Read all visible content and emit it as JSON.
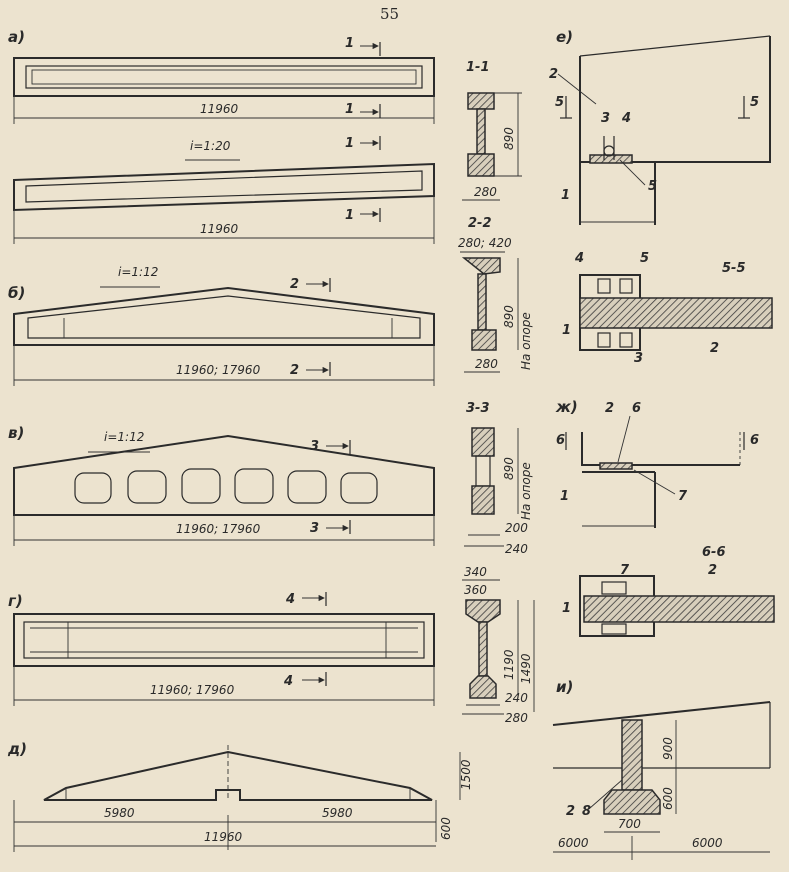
{
  "page_number": "55",
  "panels": {
    "a": {
      "label": "а)",
      "section_mark_top": "1",
      "length_top": "11960",
      "section_mark_mid": "1",
      "slope": "i=1:20",
      "section_mark_mid2": "1",
      "length_bottom": "11960",
      "section_mark_bottom": "1"
    },
    "b": {
      "label": "б)",
      "slope": "i=1:12",
      "section_mark_top": "2",
      "length": "11960; 17960",
      "section_mark_bottom": "2"
    },
    "v": {
      "label": "в)",
      "slope": "i=1:12",
      "section_mark_top": "3",
      "length": "11960; 17960",
      "section_mark_bottom": "3"
    },
    "g": {
      "label": "г)",
      "section_mark_top": "4",
      "length": "11960; 17960",
      "section_mark_bottom": "4"
    },
    "d": {
      "label": "д)",
      "left_length": "5980",
      "right_length": "5980",
      "total_length": "11960",
      "height": "1500",
      "bottom_height": "600"
    },
    "sections": {
      "s11": {
        "title": "1-1",
        "height": "890",
        "width": "280"
      },
      "s22": {
        "title": "2-2",
        "top_width": "280; 420",
        "height": "890",
        "note": "На опоре",
        "width": "280"
      },
      "s33": {
        "title": "3-3",
        "height": "890",
        "note": "На опоре",
        "width1": "200",
        "width2": "240"
      },
      "s44": {
        "top1": "340",
        "top2": "360",
        "height1": "1190",
        "height2": "1490",
        "bottom1": "240",
        "bottom2": "280"
      }
    },
    "e": {
      "label": "е)",
      "n1": "1",
      "n2": "2",
      "n3": "3",
      "n4": "4",
      "n5": "5",
      "section_left": "5",
      "section_right": "5",
      "section_title": "5-5",
      "s_n4": "4",
      "s_n5": "5",
      "s_n1": "1",
      "s_n3": "3",
      "s_n2": "2"
    },
    "zh": {
      "label": "ж)",
      "n2": "2",
      "n6": "6",
      "n1": "1",
      "n7": "7",
      "section_left": "6",
      "section_right": "6",
      "section_title": "6-6",
      "s_n7": "7",
      "s_n2": "2",
      "s_n1": "1"
    },
    "i": {
      "label": "и)",
      "h1": "900",
      "h2": "600",
      "n2": "2",
      "n8": "8",
      "w": "700",
      "left_span": "6000",
      "right_span": "6000"
    }
  }
}
